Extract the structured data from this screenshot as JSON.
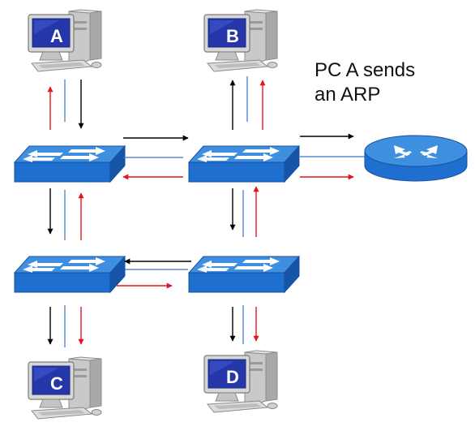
{
  "caption": {
    "line1": "PC A sends",
    "line2": "an ARP"
  },
  "computers": [
    {
      "id": "pc-a",
      "label": "A"
    },
    {
      "id": "pc-b",
      "label": "B"
    },
    {
      "id": "pc-c",
      "label": "C"
    },
    {
      "id": "pc-d",
      "label": "D"
    }
  ],
  "switches": [
    "switch-top-left",
    "switch-top-right",
    "switch-bottom-left",
    "switch-bottom-right"
  ],
  "router": "router",
  "colors": {
    "request_arrow": "#000000",
    "reply_arrow": "#e8141b",
    "link_line": "#3a73c9",
    "switch_top": "#3f8fe0",
    "switch_front": "#1f6fd0",
    "switch_side": "#1555a8",
    "screen": "#2436a8"
  }
}
